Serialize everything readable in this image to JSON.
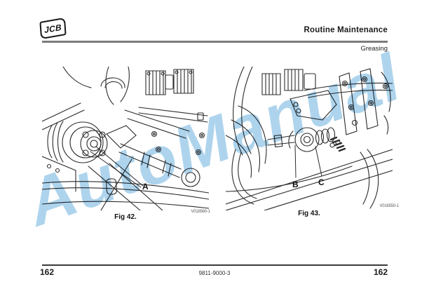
{
  "header": {
    "logo_text": "JCB",
    "title": "Routine Maintenance",
    "subtitle": "Greasing"
  },
  "figures": [
    {
      "caption": "Fig 42.",
      "ref_code": "V018560-1",
      "labels": {
        "a": "A"
      },
      "description": "line-drawing of propshaft universal joint grease point"
    },
    {
      "caption": "Fig 43.",
      "ref_code": "V016550-1",
      "labels": {
        "b": "B",
        "c": "C"
      },
      "description": "line-drawing of linkage pivot grease points"
    }
  ],
  "footer": {
    "page_number_left": "162",
    "doc_number": "9811-9000-3",
    "page_number_right": "162"
  },
  "watermark": {
    "text": "AutoManual",
    "color": "#8fc3e6"
  }
}
